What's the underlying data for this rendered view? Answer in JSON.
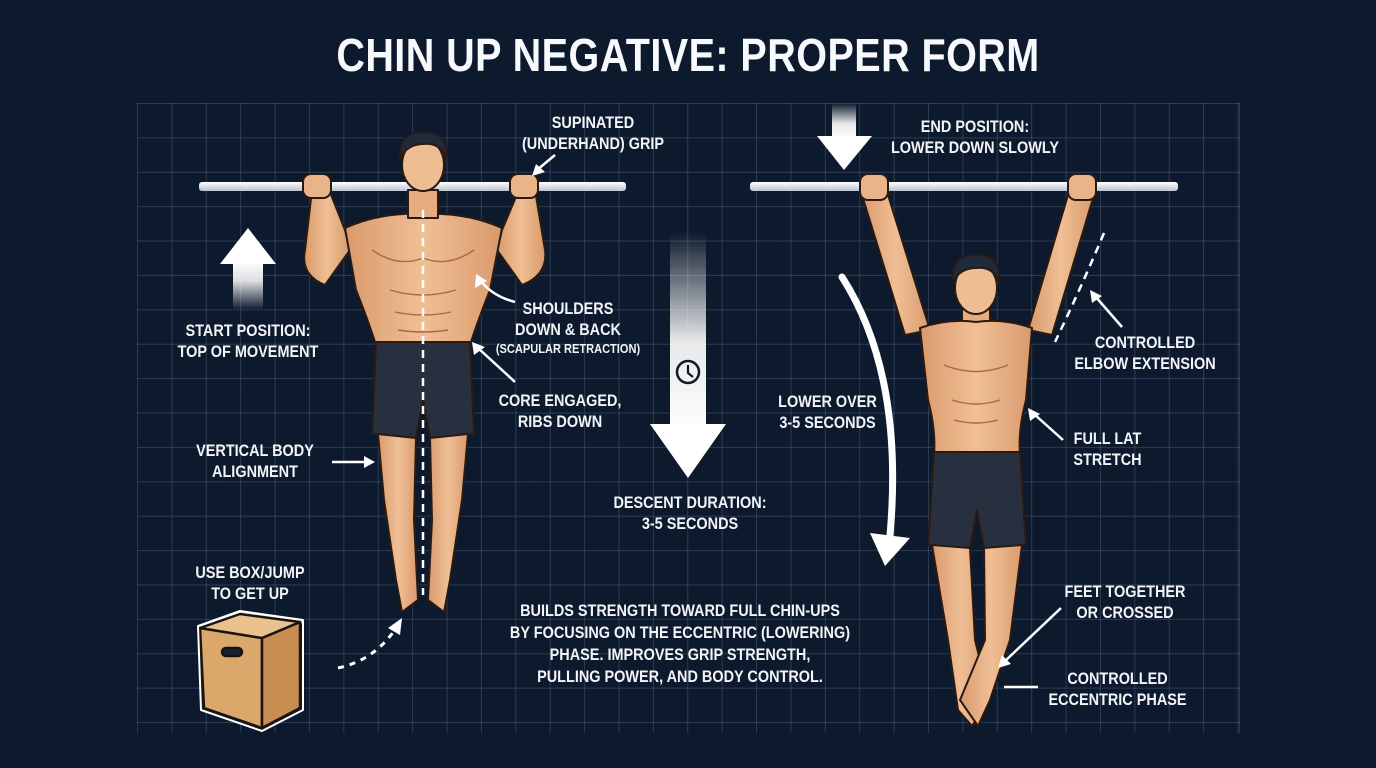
{
  "title": "CHIN UP NEGATIVE: PROPER FORM",
  "colors": {
    "background": "#0d1a2d",
    "grid_line": "#4a5d7a",
    "text": "#f2f4f8",
    "skin": "#e9b48a",
    "shorts": "#28303f",
    "bar": "#e6eaf0",
    "box_wood": "#d9a86a"
  },
  "left_panel": {
    "phase": "start",
    "labels": {
      "grip": {
        "line1": "SUPINATED",
        "line2": "(UNDERHAND) GRIP"
      },
      "start": {
        "line1": "START POSITION:",
        "line2": "TOP OF MOVEMENT"
      },
      "shoulders": {
        "line1": "SHOULDERS",
        "line2": "DOWN & BACK",
        "line3": "(SCAPULAR RETRACTION)"
      },
      "core": {
        "line1": "CORE ENGAGED,",
        "line2": "RIBS DOWN"
      },
      "alignment": {
        "line1": "VERTICAL BODY",
        "line2": "ALIGNMENT"
      },
      "box": {
        "line1": "USE BOX/JUMP",
        "line2": "TO GET UP"
      }
    },
    "icons": [
      "up-arrow-icon",
      "plyo-box-icon",
      "dashed-jump-arrow-icon"
    ]
  },
  "center_panel": {
    "descent": {
      "line1": "DESCENT DURATION:",
      "line2": "3-5 SECONDS"
    },
    "icons": [
      "clock-icon",
      "down-arrow-icon"
    ],
    "summary": {
      "line1": "BUILDS STRENGTH TOWARD FULL CHIN-UPS",
      "line2": "BY FOCUSING ON THE ECCENTRIC (LOWERING)",
      "line3": "PHASE. IMPROVES GRIP STRENGTH,",
      "line4": "PULLING POWER, AND BODY CONTROL."
    }
  },
  "right_panel": {
    "phase": "end",
    "labels": {
      "end": {
        "line1": "END POSITION:",
        "line2": "LOWER DOWN SLOWLY"
      },
      "lower": {
        "line1": "LOWER OVER",
        "line2": "3-5 SECONDS"
      },
      "elbow": {
        "line1": "CONTROLLED",
        "line2": "ELBOW EXTENSION"
      },
      "lat": {
        "line1": "FULL LAT",
        "line2": "STRETCH"
      },
      "feet": {
        "line1": "FEET TOGETHER",
        "line2": "OR CROSSED"
      },
      "eccentric": {
        "line1": "CONTROLLED",
        "line2": "ECCENTRIC PHASE"
      }
    },
    "icons": [
      "down-arrow-icon",
      "curved-arrow-icon"
    ]
  }
}
